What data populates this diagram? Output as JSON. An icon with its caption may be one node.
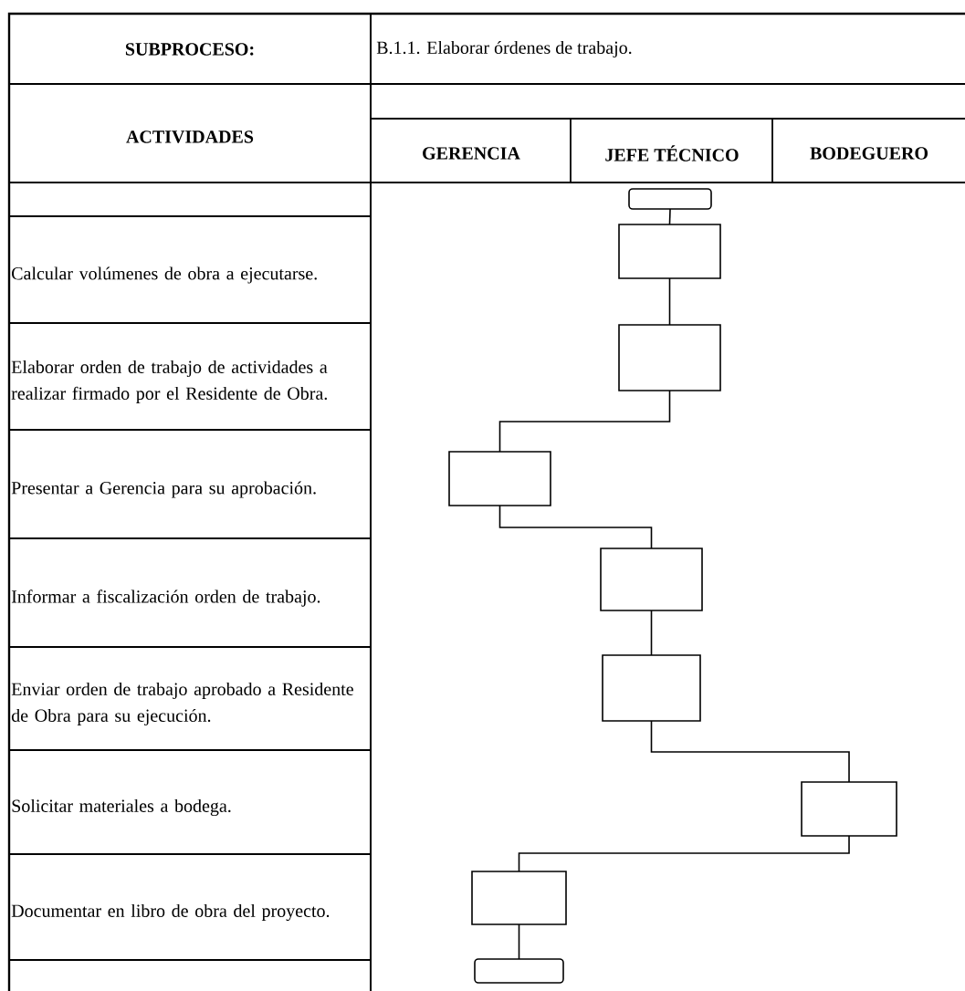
{
  "diagram": {
    "nodes": [
      {
        "text": [],
        "shape": "pill"
      },
      {
        "text": [],
        "shape": "box"
      },
      {
        "text": [],
        "shape": "box"
      },
      {
        "text": [],
        "shape": "box"
      },
      {
        "text": [],
        "shape": "box"
      },
      {
        "text": [],
        "shape": "box"
      },
      {
        "text": [],
        "shape": "box"
      },
      {
        "text": [],
        "shape": "box"
      },
      {
        "text": [],
        "shape": "pill"
      }
    ],
    "edges": [
      {
        "from": 0,
        "to": 1,
        "arrow": "none"
      },
      {
        "from": 1,
        "to": 2,
        "arrow": "none"
      },
      {
        "from": 2,
        "to": 3,
        "arrow": "none"
      },
      {
        "from": 3,
        "to": 4,
        "arrow": "none"
      },
      {
        "from": 4,
        "to": 5,
        "arrow": "none"
      },
      {
        "from": 5,
        "to": 6,
        "arrow": "none"
      },
      {
        "from": 6,
        "to": 7,
        "arrow": "none"
      },
      {
        "from": 7,
        "to": 8,
        "arrow": "none"
      }
    ],
    "labels": [
      "SUBPROCESO:",
      "B.1.1. Elaborar órdenes de trabajo.",
      "ACTIVIDADES",
      "GERENCIA",
      "JEFE TÉCNICO",
      "BODEGUERO",
      "Calcular volúmenes de obra a ejecutarse.",
      "Elaborar orden de trabajo de actividades a realizar firmado por el Residente de Obra.",
      "Presentar a Gerencia para su aprobación.",
      "Informar a fiscalización orden de trabajo.",
      "Enviar orden de trabajo aprobado a Residente de Obra para su ejecución.",
      "Solicitar materiales a bodega.",
      "Documentar en libro de obra del proyecto."
    ]
  }
}
